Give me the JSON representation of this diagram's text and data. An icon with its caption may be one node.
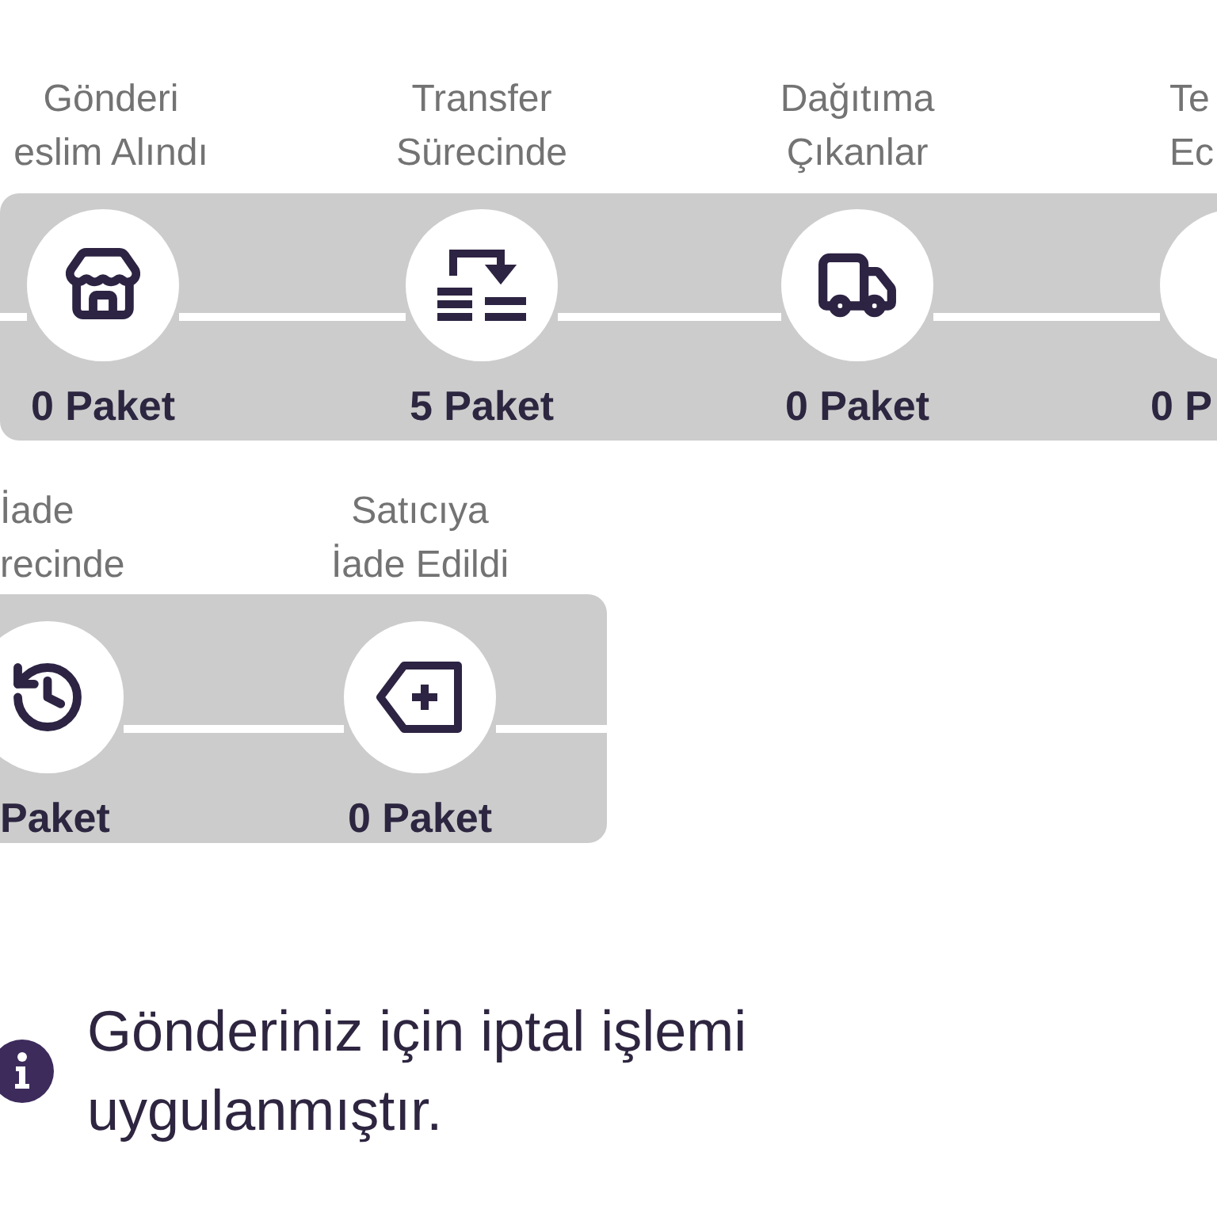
{
  "diagram": {
    "nodes": [
      {
        "text": [
          "Gönderi eslim Alındı",
          "0 Paket"
        ]
      },
      {
        "text": [
          "Transfer Sürecinde",
          "5 Paket"
        ]
      },
      {
        "text": [
          "Dağıtıma Çıkanlar",
          "0 Paket"
        ]
      },
      {
        "text": [
          "Te Ec",
          "0 P"
        ]
      },
      {
        "text": [
          "İade recinde",
          "Paket"
        ]
      },
      {
        "text": [
          "Satıcıya İade Edildi",
          "0 Paket"
        ]
      }
    ],
    "edges": [
      {
        "from": null,
        "to": 0,
        "arrow": "none"
      },
      {
        "from": 0,
        "to": 1,
        "arrow": "none"
      },
      {
        "from": 1,
        "to": 2,
        "arrow": "none"
      },
      {
        "from": 2,
        "to": 3,
        "arrow": "none"
      },
      {
        "from": 4,
        "to": 5,
        "arrow": "none"
      },
      {
        "from": 5,
        "to": null,
        "arrow": "none"
      }
    ],
    "labels": [
      "Gönderiniz için iptal işlemi uygulanmıştır."
    ]
  }
}
